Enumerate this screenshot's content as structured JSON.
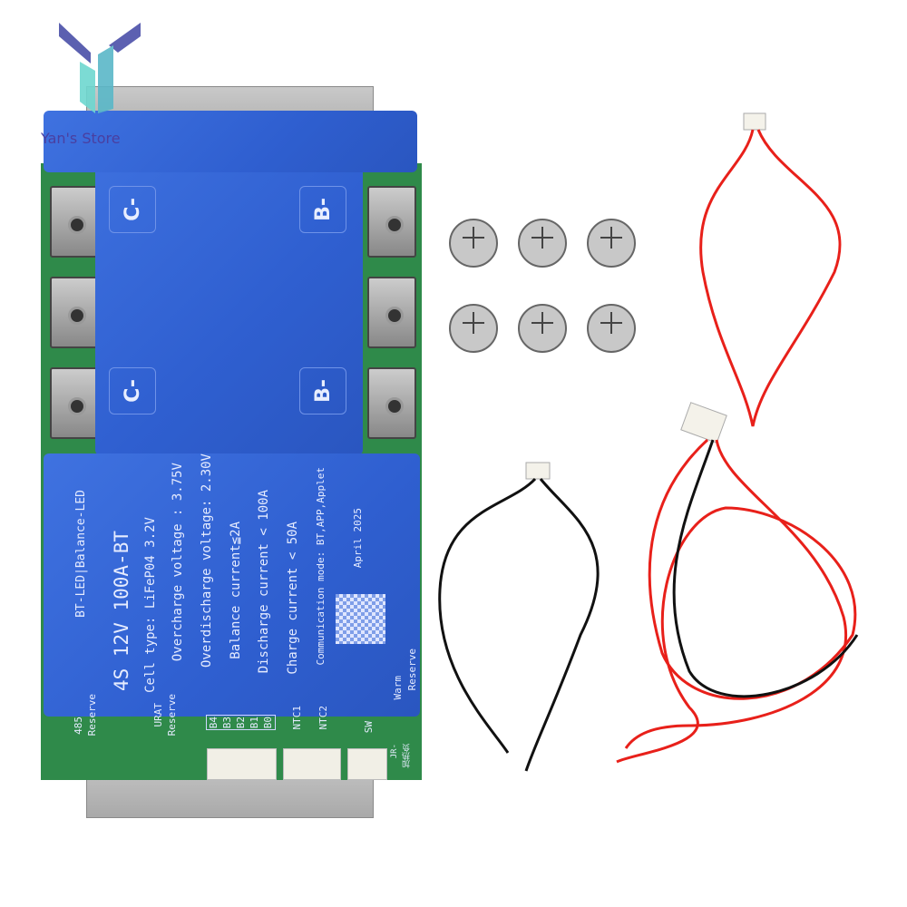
{
  "watermark": {
    "brand": "Yan's Store"
  },
  "board": {
    "terminals": [
      "C-",
      "C-",
      "B-",
      "B-"
    ],
    "side_labels": [
      "C-",
      "C-",
      "B-",
      "B-"
    ],
    "led_label": "BT-LED|Balance-LED",
    "model": "4S 12V 100A-BT",
    "specs": [
      "Cell type: LiFeP04 3.2V",
      "Overcharge voltage : 3.75V",
      "Overdischarge voltage: 2.30V",
      "Balance current≦2A",
      "Discharge current < 100A",
      "Charge current < 50A",
      "Communication mode: BT,APP,Applet"
    ],
    "date": "April 2025",
    "warm_reserve": [
      "Warm",
      "Reserve"
    ],
    "port_485": [
      "485",
      "Reserve"
    ],
    "port_urat": [
      "URAT",
      "Reserve"
    ],
    "balance_pins": [
      "B4",
      "B3",
      "B2",
      "B1",
      "B0"
    ],
    "ntc1": "NTC1",
    "ntc2": "NTC2",
    "sw": "SW",
    "jr_label": "JR-",
    "heat_label": "加热负"
  },
  "colors": {
    "plate": "#3366dd",
    "pcb": "#2f8a4a",
    "red_wire": "#e8201a",
    "black_wire": "#111111"
  }
}
